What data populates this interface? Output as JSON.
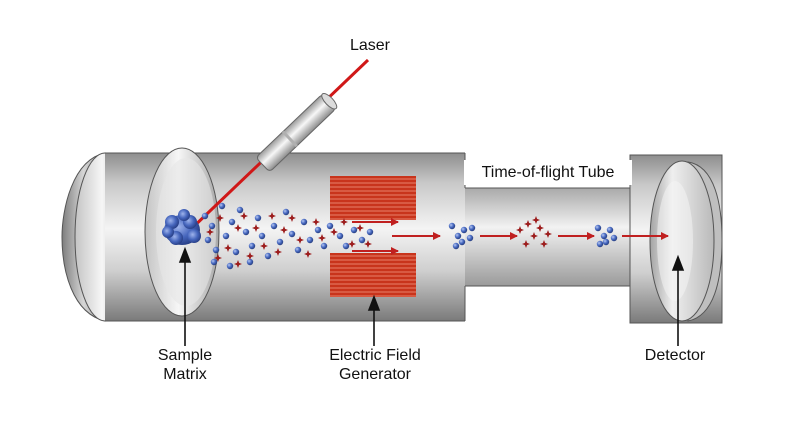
{
  "labels": {
    "laser": "Laser",
    "tube": "Time-of-flight Tube",
    "sample_line1": "Sample",
    "sample_line2": "Matrix",
    "efg_line1": "Electric Field",
    "efg_line2": "Generator",
    "detector": "Detector"
  },
  "colors": {
    "laser_beam": "#d01818",
    "generator_plate": "#c8341c",
    "ion_blue": "#3b5fb5",
    "ion_red": "#9c1c1c",
    "flight_arrow": "#c02020",
    "tube_metal_light": "#f2f2f2",
    "tube_metal_dark": "#8a8a8a"
  },
  "icons": {
    "sample_matrix": "blue-crystal-cluster-icon",
    "blue_ion": "blue-sphere-ion-icon",
    "red_ion": "red-star-ion-icon",
    "pointer": "upward-arrow-icon"
  }
}
